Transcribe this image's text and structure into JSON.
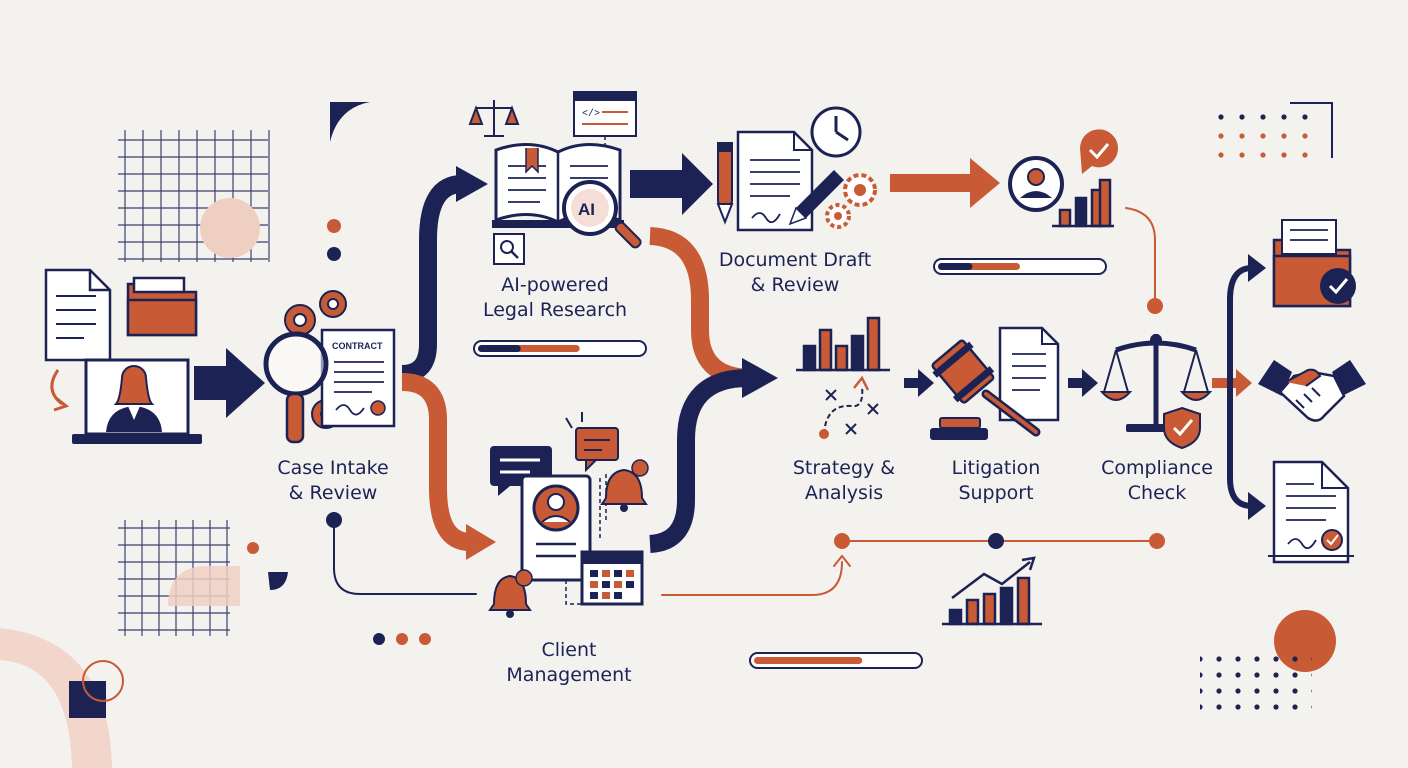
{
  "colors": {
    "navy": "#1c2354",
    "orange": "#c85a35",
    "background": "#f4f2ef",
    "peach": "#f0cfc3"
  },
  "stages": [
    {
      "id": "case-intake",
      "line1": "Case Intake",
      "line2": "& Review",
      "icon": "magnifier-contract-icon"
    },
    {
      "id": "legal-research",
      "line1": "AI-powered",
      "line2": "Legal Research",
      "icon": "ai-book-icon"
    },
    {
      "id": "document-draft",
      "line1": "Document Draft",
      "line2": "& Review",
      "icon": "document-pen-icon"
    },
    {
      "id": "client-management",
      "line1": "Client",
      "line2": "Management",
      "icon": "client-profile-icon"
    },
    {
      "id": "strategy",
      "line1": "Strategy &",
      "line2": "Analysis",
      "icon": "strategy-chart-icon"
    },
    {
      "id": "litigation",
      "line1": "Litigation",
      "line2": "Support",
      "icon": "gavel-icon"
    },
    {
      "id": "compliance",
      "line1": "Compliance",
      "line2": "Check",
      "icon": "scales-icon"
    }
  ],
  "icon_text": {
    "contract": "CONTRACT",
    "ai_badge": "AI",
    "code": "</>"
  },
  "progress": {
    "legal_research": 0.62,
    "document_draft": 0.5,
    "client_management": 0.66
  },
  "outcome_icons": [
    "approved-folder-icon",
    "handshake-icon",
    "signed-document-icon"
  ]
}
